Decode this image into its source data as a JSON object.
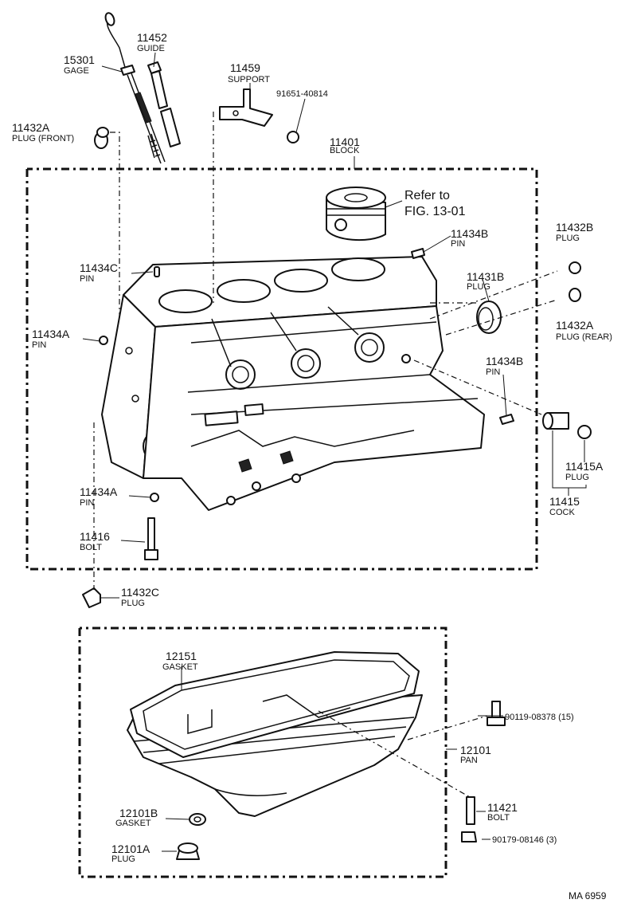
{
  "callouts": {
    "gage": {
      "part": "15301",
      "name": "GAGE"
    },
    "guide": {
      "part": "11452",
      "name": "GUIDE"
    },
    "support": {
      "part": "11459",
      "name": "SUPPORT"
    },
    "bolt_91651": {
      "part": "91651-40814"
    },
    "plug_front": {
      "part": "11432A",
      "name": "PLUG (FRONT)"
    },
    "block": {
      "part": "11401",
      "name": "BLOCK"
    },
    "refer": {
      "line1": "Refer to",
      "line2": "FIG. 13-01"
    },
    "pin_11434b_top": {
      "part": "11434B",
      "name": "PIN"
    },
    "plug_11432b": {
      "part": "11432B",
      "name": "PLUG"
    },
    "pin_11434c": {
      "part": "11434C",
      "name": "PIN"
    },
    "plug_11431b": {
      "part": "11431B",
      "name": "PLUG"
    },
    "pin_11434a_top": {
      "part": "11434A",
      "name": "PIN"
    },
    "plug_rear": {
      "part": "11432A",
      "name": "PLUG (REAR)"
    },
    "pin_11434b_mid": {
      "part": "11434B",
      "name": "PIN"
    },
    "plug_11415a": {
      "part": "11415A",
      "name": "PLUG"
    },
    "pin_11434a_low": {
      "part": "11434A",
      "name": "PIN"
    },
    "cock": {
      "part": "11415",
      "name": "COCK"
    },
    "bolt_11416": {
      "part": "11416",
      "name": "BOLT"
    },
    "plug_11432c": {
      "part": "11432C",
      "name": "PLUG"
    },
    "gasket_12151": {
      "part": "12151",
      "name": "GASKET"
    },
    "bolt_90119": {
      "part": "90119-08378 (15)"
    },
    "pan": {
      "part": "12101",
      "name": "PAN"
    },
    "bolt_11421": {
      "part": "11421",
      "name": "BOLT"
    },
    "gasket_12101b": {
      "part": "12101B",
      "name": "GASKET"
    },
    "nut_90179": {
      "part": "90179-08146 (3)"
    },
    "plug_12101a": {
      "part": "12101A",
      "name": "PLUG"
    }
  },
  "figure_id": "MA 6959"
}
